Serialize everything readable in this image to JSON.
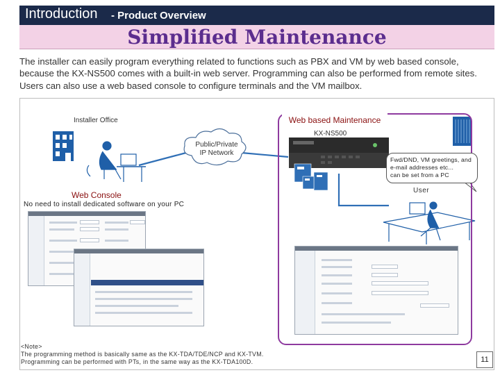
{
  "header": {
    "title": "Introduction",
    "subtitle": "- Product Overview"
  },
  "slide_title": "Simplified Maintenance",
  "intro": "The installer can easily program everything related to functions such as PBX and VM by web based console, because the KX-NS500 comes with a built-in web server. Programming can also be performed from remote sites. Users can also use a web based console to configure terminals and the VM mailbox.",
  "diagram": {
    "installer_office": "Installer Office",
    "network_line1": "Public/Private",
    "network_line2": "IP Network",
    "web_maintenance": "Web based Maintenance",
    "device": "KX-NS500",
    "callout_line1": "Fwd/DND, VM greetings, and",
    "callout_line2": "e-mail addresses etc...",
    "callout_line3": "can be set from a PC",
    "user": "User",
    "web_console": "Web Console",
    "no_install": "No need to install dedicated software on your PC"
  },
  "note": {
    "line1": "<Note>",
    "line2": "The programming method is basically same as the KX-TDA/TDE/NCP and KX-TVM.",
    "line3": "Programming can be performed with PTs, in the same way as the KX-TDA100D."
  },
  "page_number": "11",
  "colors": {
    "header_bg": "#1b2a4a",
    "title_band": "#f3d2e6",
    "title_text": "#5b2d8e",
    "accent_border": "#8e3a9f",
    "label_red": "#8a1010",
    "device_blue": "#2f6fb6"
  }
}
